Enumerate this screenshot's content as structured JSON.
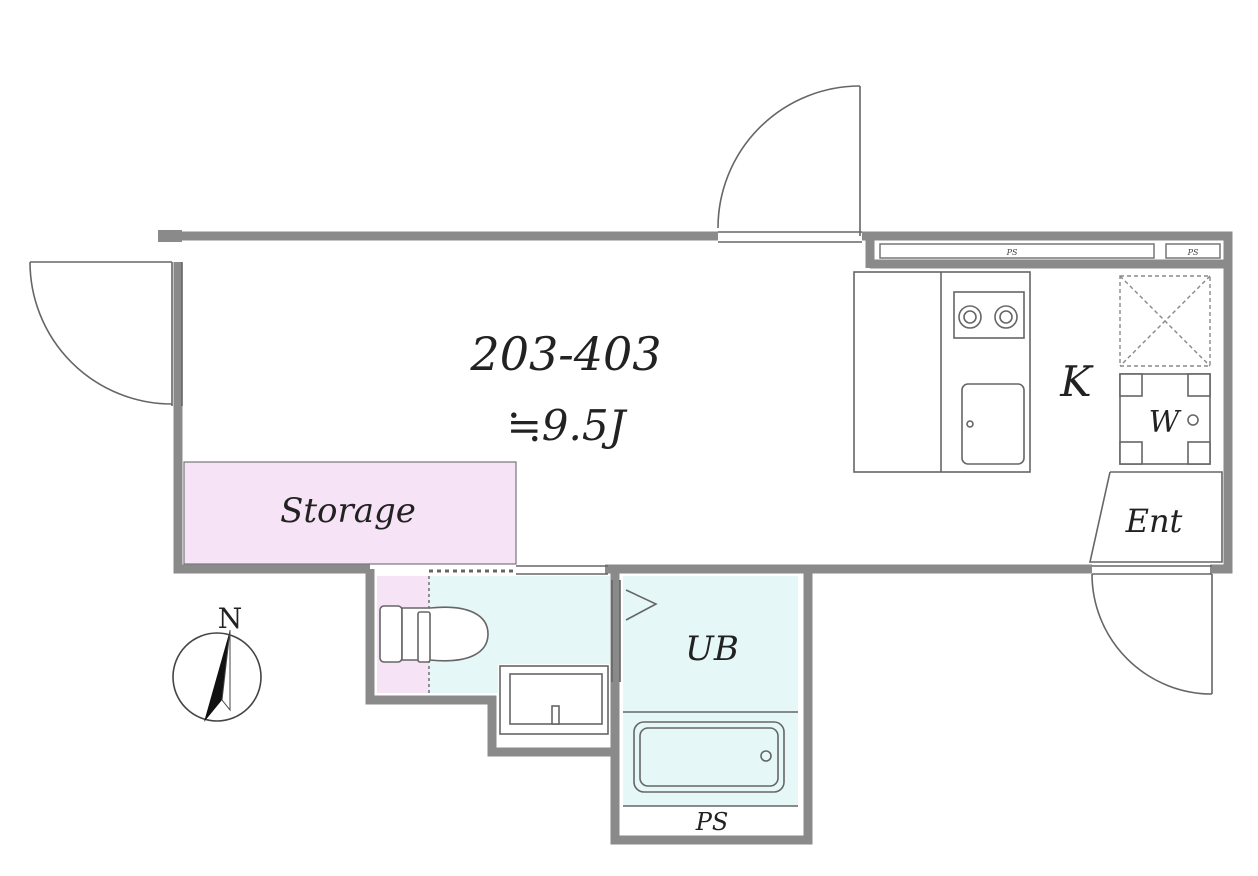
{
  "plan": {
    "unit_number": "203-403",
    "area": "≒9.5J",
    "storage": "Storage",
    "kitchen": "K",
    "washer": "W",
    "entrance": "Ent",
    "unit_bath": "UB",
    "ps_bath": "PS",
    "ps_top_left": "PS",
    "ps_top_right": "PS",
    "compass": "N"
  },
  "colors": {
    "wall": "#8a8a8a",
    "storage_fill": "#f5e4f5",
    "wet_fill": "#e6f7f7",
    "line": "#555555"
  }
}
